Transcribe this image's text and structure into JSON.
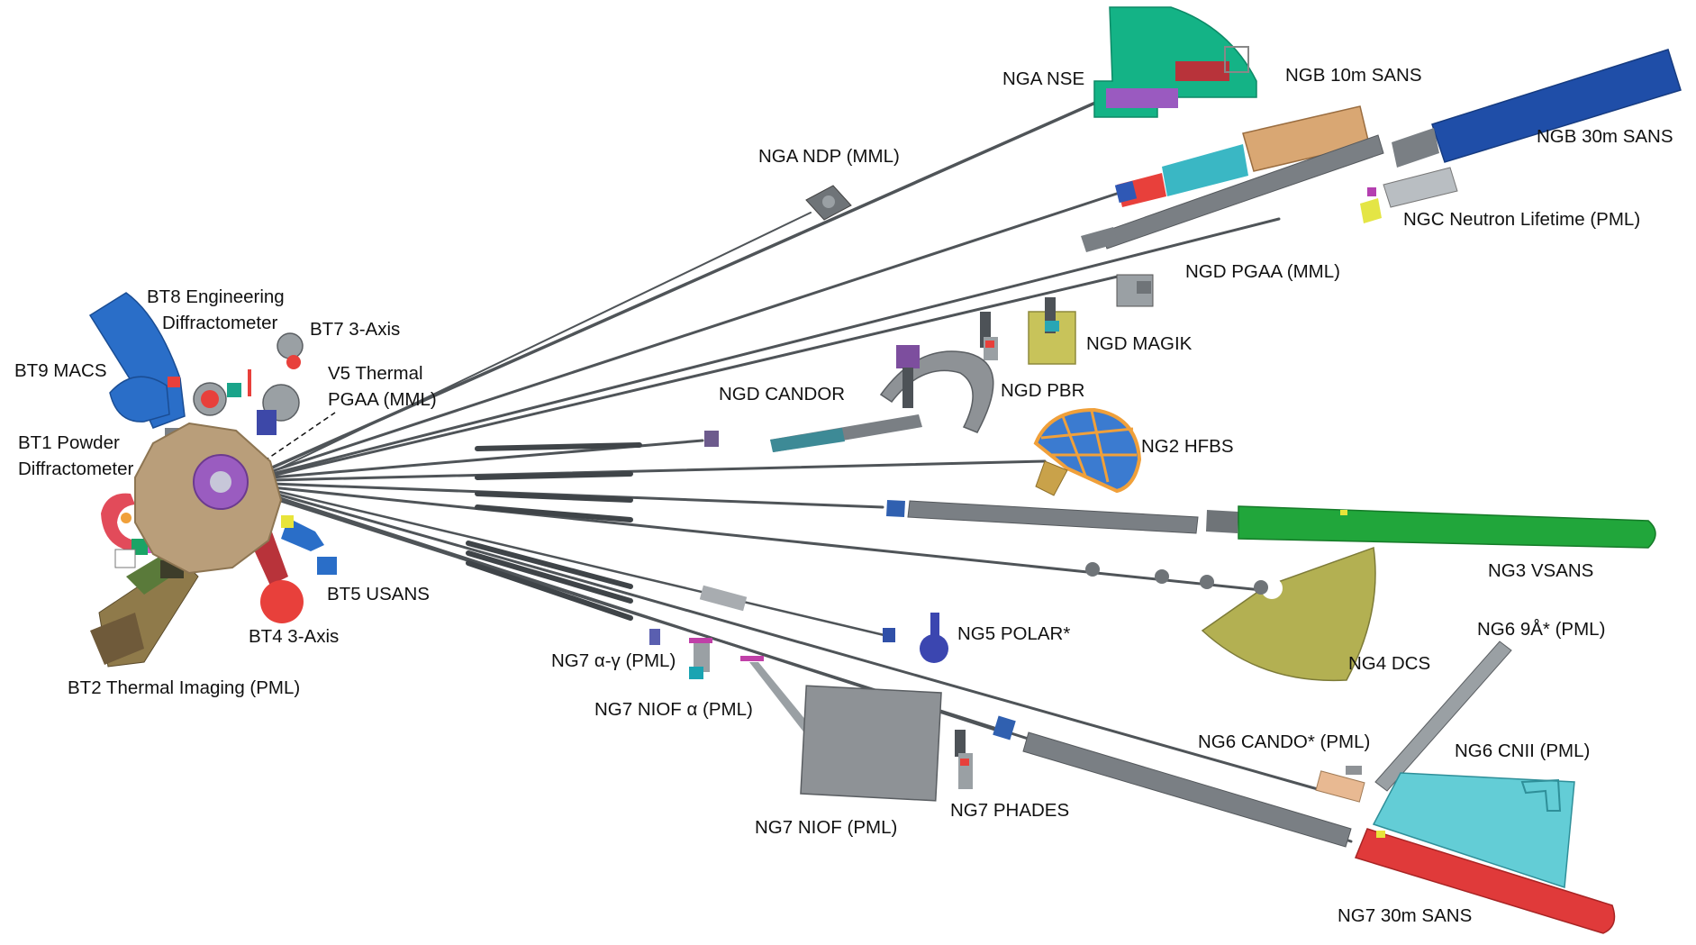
{
  "labels": {
    "nga_nse": "NGA NSE",
    "ngb_10m_sans": "NGB 10m SANS",
    "ngb_30m_sans": "NGB 30m SANS",
    "nga_ndp": "NGA NDP (MML)",
    "ngc_neutron_lifetime": "NGC Neutron Lifetime (PML)",
    "ngd_pgaa": "NGD PGAA (MML)",
    "ngd_magik": "NGD MAGIK",
    "ngd_pbr": "NGD PBR",
    "ngd_candor": "NGD CANDOR",
    "ng2_hfbs": "NG2 HFBS",
    "ng3_vsans": "NG3 VSANS",
    "ng4_dcs": "NG4 DCS",
    "ng5_polar": "NG5 POLAR*",
    "ng6_9a": "NG6 9Å* (PML)",
    "ng6_cando": "NG6 CANDO* (PML)",
    "ng6_cnii": "NG6 CNII (PML)",
    "ng7_alpha_gamma": "NG7 α-γ (PML)",
    "ng7_niof_alpha": "NG7 NIOF α (PML)",
    "ng7_niof": "NG7 NIOF (PML)",
    "ng7_phades": "NG7 PHADES",
    "ng7_30m_sans": "NG7 30m SANS",
    "bt8_line1": "BT8 Engineering",
    "bt8_line2": "Diffractometer",
    "bt7": "BT7 3-Axis",
    "bt9": "BT9 MACS",
    "v5_line1": "V5 Thermal",
    "v5_line2": "PGAA (MML)",
    "bt1_line1": "BT1 Powder",
    "bt1_line2": "Diffractometer",
    "bt5": "BT5 USANS",
    "bt4": "BT4 3-Axis",
    "bt2": "BT2 Thermal Imaging (PML)"
  },
  "colors": {
    "guide": "#4f5458",
    "ngb30": "#1f4ea8",
    "ng3": "#21a63b",
    "ng7_30m": "#e03a3a",
    "nse": "#14b386",
    "cnii": "#63cdd6",
    "dcs": "#b3b052",
    "hfbs": "#3b7bd0",
    "reactor": "#b99e7a",
    "grey_part": "#7a7f84"
  }
}
